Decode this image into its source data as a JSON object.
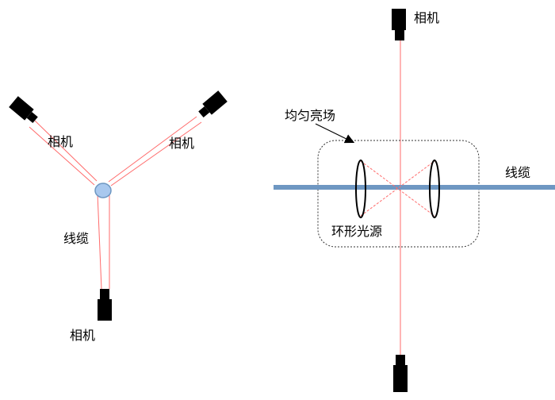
{
  "left_diagram": {
    "camera_top_left_label": "相机",
    "camera_top_right_label": "相机",
    "camera_bottom_label": "相机",
    "cable_label": "线缆"
  },
  "right_diagram": {
    "camera_top_label": "相机",
    "uniform_field_label": "均匀亮场",
    "cable_label": "线缆",
    "ring_light_label": "环形光源"
  },
  "colors": {
    "beam": "#ff6b6b",
    "cable": "#6e97c2",
    "cable_section_fill": "#a9c8ee",
    "cable_section_stroke": "#6e97c2",
    "camera": "#000000",
    "field_border": "#333333"
  },
  "icons": {
    "camera": "camera-icon",
    "cable_section": "cable-cross-section",
    "ring_light": "ring-light-icon"
  }
}
